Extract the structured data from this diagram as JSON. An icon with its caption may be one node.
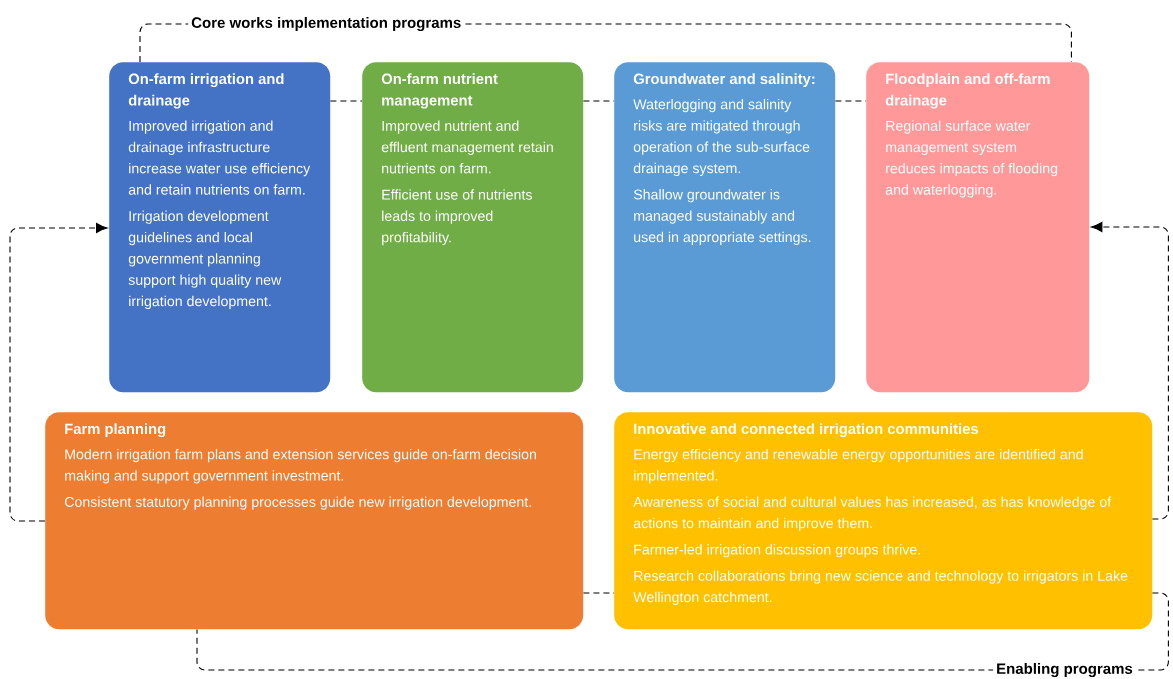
{
  "diagram": {
    "nodes": [
      {
        "text": [
          "On-farm irrigation and drainage",
          "Improved irrigation and drainage infrastructure increase water use efficiency and retain nutrients on farm.",
          "Irrigation development guidelines and local government planning support high quality new irrigation development."
        ]
      },
      {
        "text": [
          "On-farm nutrient management",
          "Improved nutrient and effluent management retain nutrients on farm.",
          "Efficient use of nutrients leads to improved profitability."
        ]
      },
      {
        "text": [
          "Groundwater and salinity:",
          "Waterlogging and salinity risks are mitigated through operation of the sub-surface drainage system.",
          "Shallow groundwater is managed sustainably and used in appropriate settings."
        ]
      },
      {
        "text": [
          "Floodplain and off-farm drainage",
          "Regional surface water management system reduces impacts of flooding and waterlogging."
        ]
      },
      {
        "text": [
          "Farm planning",
          "Modern irrigation farm plans and extension services guide on-farm decision making and support government investment.",
          "Consistent statutory planning processes guide new irrigation development."
        ]
      },
      {
        "text": [
          "Innovative and connected irrigation communities",
          "Energy efficiency and renewable energy opportunities are identified and implemented.",
          "Awareness of social and cultural values has increased, as has knowledge of actions to maintain and improve them.",
          "Farmer-led irrigation discussion groups thrive.",
          "Research collaborations bring new science and technology to irrigators in Lake Wellington catchment."
        ]
      }
    ],
    "edges": [
      {
        "from": 0,
        "to": 1,
        "arrow": "none",
        "style": "dashed"
      },
      {
        "from": 1,
        "to": 2,
        "arrow": "none",
        "style": "dashed"
      },
      {
        "from": 2,
        "to": 3,
        "arrow": "none",
        "style": "dashed"
      },
      {
        "from": 0,
        "to": 3,
        "arrow": "none",
        "style": "dashed",
        "label": "Core works implementation programs"
      },
      {
        "from": 4,
        "to": 0,
        "arrow": "to",
        "style": "dashed"
      },
      {
        "from": 5,
        "to": 3,
        "arrow": "to",
        "style": "dashed"
      },
      {
        "from": 4,
        "to": 5,
        "arrow": "none",
        "style": "dashed"
      },
      {
        "from": 5,
        "to": 4,
        "arrow": "none",
        "style": "dashed",
        "label": "Enabling programs"
      }
    ]
  }
}
